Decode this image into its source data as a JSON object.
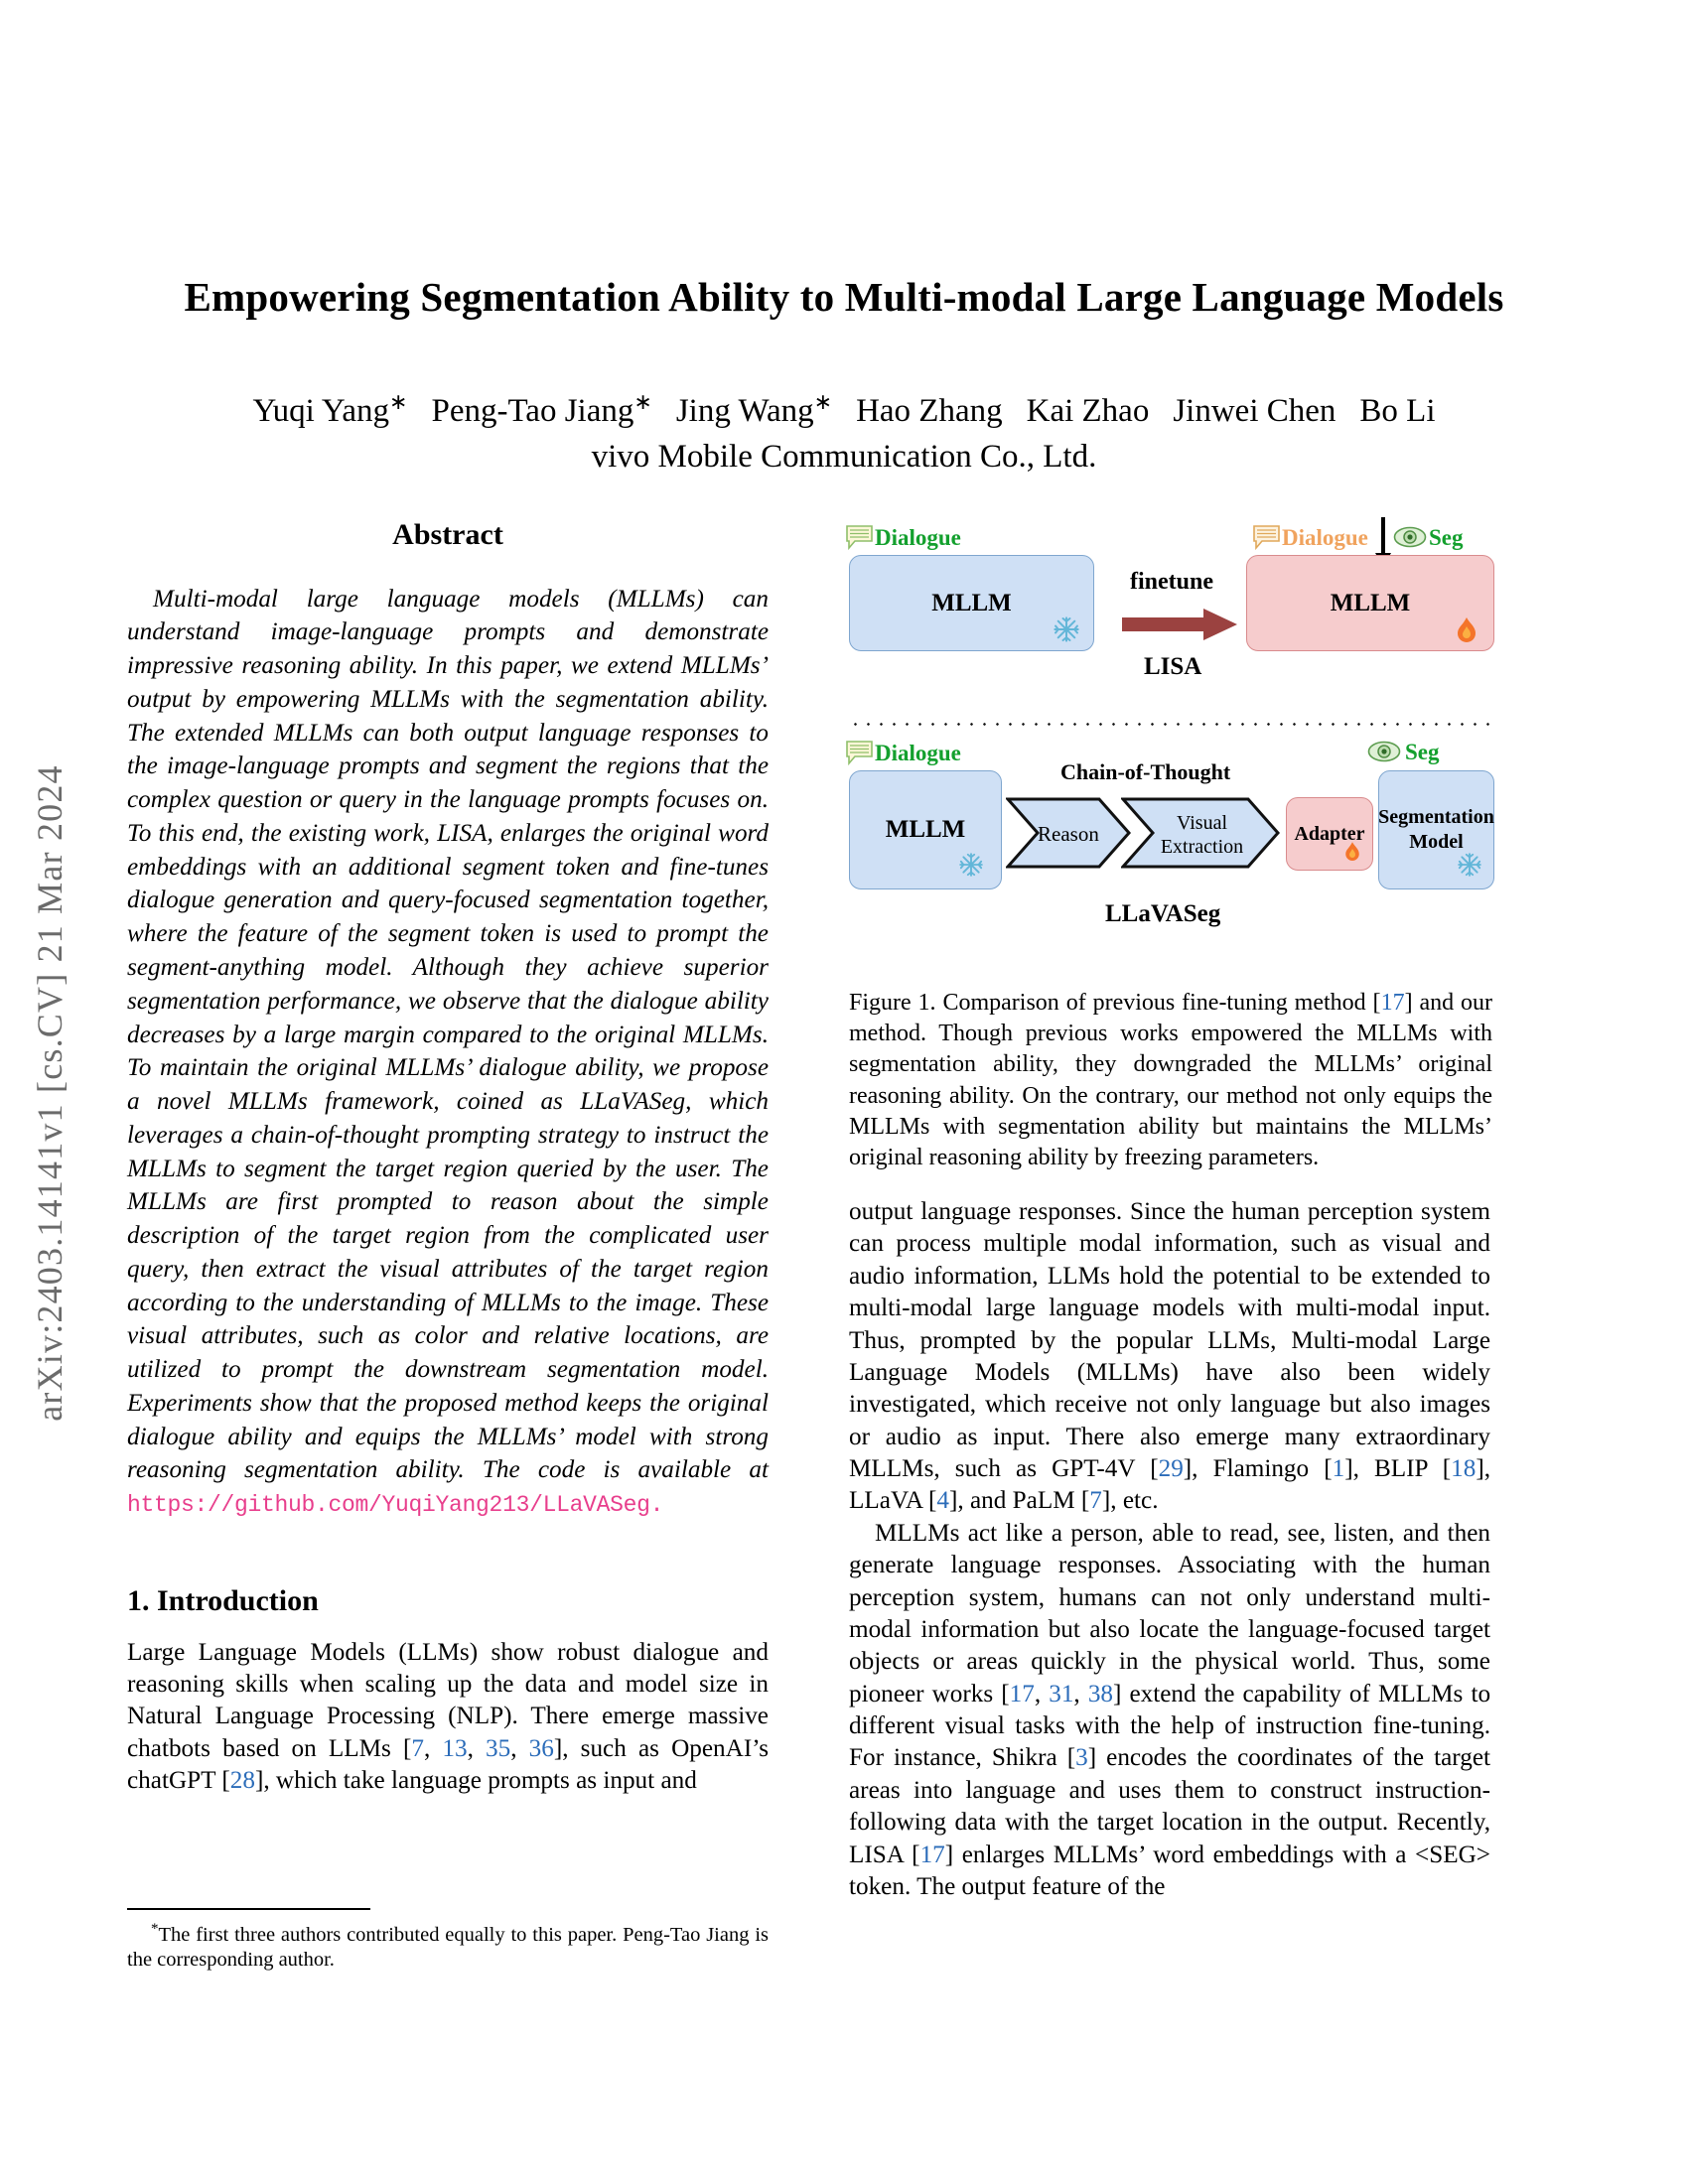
{
  "arxiv_stamp": "arXiv:2403.14141v1  [cs.CV]  21 Mar 2024",
  "title": "Empowering Segmentation Ability to Multi-modal Large Language Models",
  "authors": [
    {
      "name": "Yuqi Yang",
      "star": true
    },
    {
      "name": "Peng-Tao Jiang",
      "star": true
    },
    {
      "name": "Jing Wang",
      "star": true
    },
    {
      "name": "Hao Zhang",
      "star": false
    },
    {
      "name": "Kai Zhao",
      "star": false
    },
    {
      "name": "Jinwei Chen",
      "star": false
    },
    {
      "name": "Bo Li",
      "star": false
    }
  ],
  "affiliation": "vivo Mobile Communication Co., Ltd.",
  "abstract": {
    "heading": "Abstract",
    "text_before_url": "Multi-modal large language models (MLLMs) can understand image-language prompts and demonstrate impressive reasoning ability. In this paper, we extend MLLMs’ output by empowering MLLMs with the segmentation ability. The extended MLLMs can both output language responses to the image-language prompts and segment the regions that the complex question or query in the language prompts focuses on. To this end, the existing work, LISA, enlarges the original word embeddings with an additional segment token and fine-tunes dialogue generation and query-focused segmentation together, where the feature of the segment token is used to prompt the segment-anything model. Although they achieve superior segmentation performance, we observe that the dialogue ability decreases by a large margin compared to the original MLLMs. To maintain the original MLLMs’ dialogue ability, we propose a novel MLLMs framework, coined as LLaVASeg, which leverages a chain-of-thought prompting strategy to instruct the MLLMs to segment the target region queried by the user. The MLLMs are first prompted to reason about the simple description of the target region from the complicated user query, then extract the visual attributes of the target region according to the understanding of MLLMs to the image. These visual attributes, such as color and relative locations, are utilized to prompt the downstream segmentation model. Experiments show that the proposed method keeps the original dialogue ability and equips the MLLMs’ model with strong reasoning segmentation ability. The code is available at ",
    "url": "https://github.com/YuqiYang213/LLaVASeg",
    "url_trailing": "."
  },
  "figure": {
    "top_row": {
      "left_badge_label": "Dialogue",
      "left_badge_color": "#14a02e",
      "left_box_label": "MLLM",
      "arrow_label": "finetune",
      "right_badge_dialogue_label": "Dialogue",
      "right_badge_dialogue_color": "#f0a35e",
      "right_badge_seg_label": "Seg",
      "right_badge_seg_color": "#14a02e",
      "right_box_label": "MLLM",
      "method_label": "LISA"
    },
    "bottom_row": {
      "left_badge_label": "Dialogue",
      "left_box_label": "MLLM",
      "cot_label": "Chain-of-Thought",
      "chevron_1": "Reason",
      "chevron_2_line1": "Visual",
      "chevron_2_line2": "Extraction",
      "adapter_label": "Adapter",
      "seg_badge_label": "Seg",
      "seg_model_line1": "Segmentation",
      "seg_model_line2": "Model",
      "method_label": "LLaVASeg"
    },
    "caption_prefix": "Figure 1.",
    "caption_part1": " Comparison of previous fine-tuning method [",
    "caption_cite1": "17",
    "caption_part2": "] and our method. Though previous works empowered the MLLMs with segmentation ability, they downgraded the MLLMs’ original reasoning ability. On the contrary, our method not only equips the MLLMs with segmentation ability but maintains the MLLMs’ original reasoning ability by freezing parameters."
  },
  "introduction": {
    "heading": "1. Introduction",
    "p1_a": "Large Language Models (LLMs) show robust dialogue and reasoning skills when scaling up the data and model size in Natural Language Processing (NLP). There emerge massive chatbots based on LLMs [",
    "p1_c1": "7",
    "p1_b": ", ",
    "p1_c2": "13",
    "p1_c3": "35",
    "p1_c4": "36",
    "p1_d": "], such as OpenAI’s chatGPT [",
    "p1_c5": "28",
    "p1_e": "], which take language prompts as input and"
  },
  "right_column": {
    "p_cont_a": "output language responses. Since the human perception system can process multiple modal information, such as visual and audio information, LLMs hold the potential to be extended to multi-modal large language models with multi-modal input. Thus, prompted by the popular LLMs, Multi-modal Large Language Models (MLLMs) have also been widely investigated, which receive not only language but also images or audio as input. There also emerge many extraordinary MLLMs, such as GPT-4V [",
    "p_cont_c1": "29",
    "p_cont_b": "], Flamingo [",
    "p_cont_c2": "1",
    "p_cont_c": "], BLIP [",
    "p_cont_c3": "18",
    "p_cont_d": "], LLaVA [",
    "p_cont_c4": "4",
    "p_cont_e": "], and PaLM [",
    "p_cont_c5": "7",
    "p_cont_f": "], etc.",
    "p2_a": "MLLMs act like a person, able to read, see, listen, and then generate language responses. Associating with the human perception system, humans can not only understand multi-modal information but also locate the language-focused target objects or areas quickly in the physical world. Thus, some pioneer works [",
    "p2_c1": "17",
    "p2_c2": "31",
    "p2_c3": "38",
    "p2_b": "] extend the capability of MLLMs to different visual tasks with the help of instruction fine-tuning. For instance, Shikra [",
    "p2_c4": "3",
    "p2_c": "] encodes the coordinates of the target areas into language and uses them to construct instruction-following data with the target location in the output. Recently, LISA [",
    "p2_c5": "17",
    "p2_d": "] enlarges MLLMs’ word embeddings with a <SEG> token. The output feature of the"
  },
  "footnote": {
    "star": "*",
    "text": "The first three authors contributed equally to this paper. Peng-Tao Jiang is the corresponding author."
  },
  "colors": {
    "citation_blue": "#2b6cb9",
    "url_magenta": "#e83e8c",
    "box_blue_fill": "#cfe0f5",
    "box_pink_fill": "#f6cccd",
    "arrow_brown": "#9b4240",
    "snowflake_blue": "#62b6d8",
    "flame_orange": "#f4742a"
  }
}
